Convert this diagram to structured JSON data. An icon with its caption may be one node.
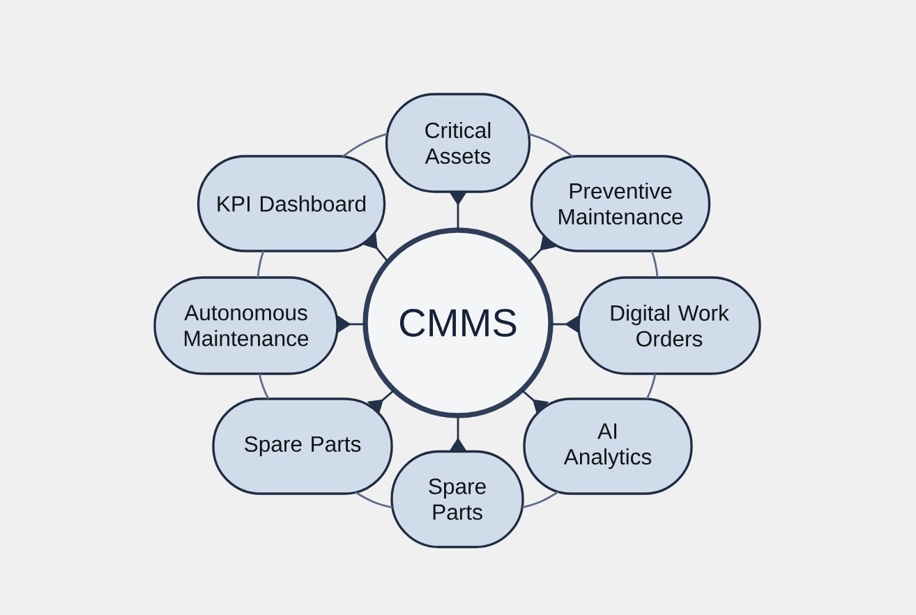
{
  "diagram": {
    "nodes": [
      {
        "text": [
          "Critical Assets"
        ]
      },
      {
        "text": [
          "KPI Dashboard"
        ]
      },
      {
        "text": [
          "Preventive Maintenance"
        ]
      },
      {
        "text": [
          "Autonomous Maintenance"
        ]
      },
      {
        "text": [
          "CMMS"
        ]
      },
      {
        "text": [
          "Digital Work Orders"
        ]
      },
      {
        "text": [
          "Spare Parts"
        ]
      },
      {
        "text": [
          "AI Analytics"
        ]
      },
      {
        "text": [
          "Spare Parts"
        ]
      }
    ],
    "edges": [
      {
        "from": 0,
        "to": 4,
        "arrow": "to"
      },
      {
        "from": 1,
        "to": 4,
        "arrow": "to"
      },
      {
        "from": 2,
        "to": 4,
        "arrow": "to"
      },
      {
        "from": 3,
        "to": 4,
        "arrow": "to"
      },
      {
        "from": 5,
        "to": 4,
        "arrow": "to"
      },
      {
        "from": 6,
        "to": 4,
        "arrow": "to"
      },
      {
        "from": 7,
        "to": 4,
        "arrow": "to"
      },
      {
        "from": 8,
        "to": 4,
        "arrow": "to"
      },
      {
        "from": 0,
        "to": 2,
        "arrow": "none",
        "color": "#5c6c86"
      },
      {
        "from": 2,
        "to": 5,
        "arrow": "none",
        "color": "#5c6c86"
      },
      {
        "from": 5,
        "to": 7,
        "arrow": "none",
        "color": "#5c6c86"
      },
      {
        "from": 7,
        "to": 8,
        "arrow": "none",
        "color": "#5c6c86"
      },
      {
        "from": 8,
        "to": 6,
        "arrow": "none",
        "color": "#5c6c86"
      },
      {
        "from": 6,
        "to": 3,
        "arrow": "none",
        "color": "#5c6c86"
      },
      {
        "from": 3,
        "to": 1,
        "arrow": "none",
        "color": "#5c6c86"
      },
      {
        "from": 1,
        "to": 0,
        "arrow": "none",
        "color": "#5c6c86"
      }
    ]
  }
}
